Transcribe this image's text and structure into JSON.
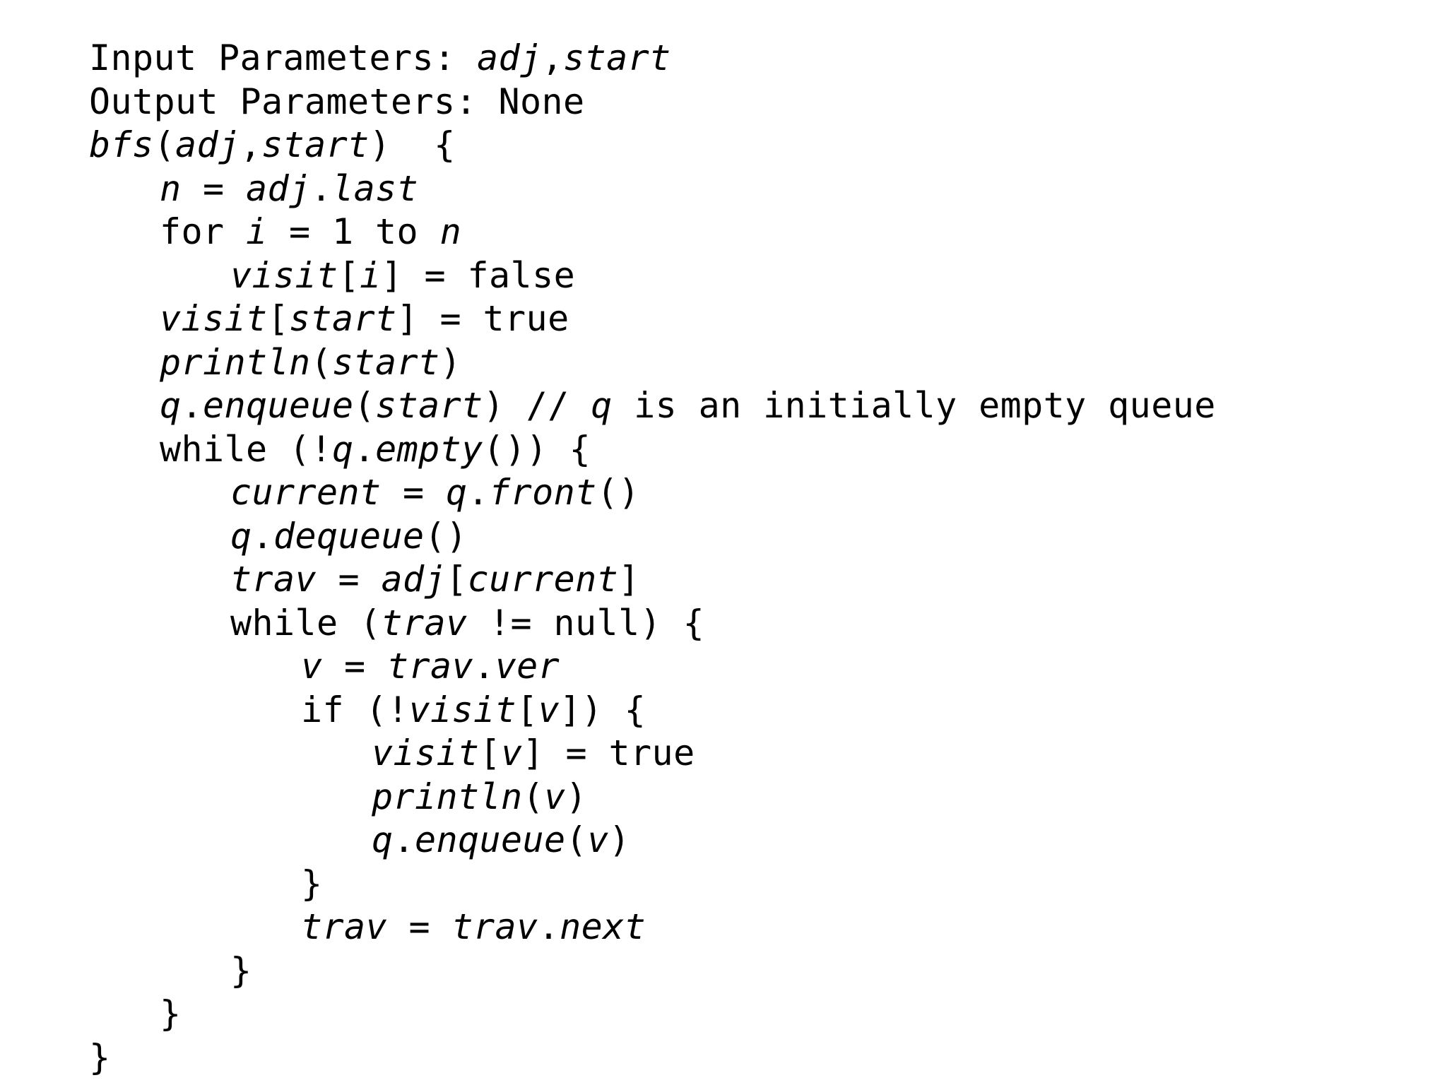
{
  "page": {
    "background_color": "#ffffff",
    "text_color": "#000000"
  },
  "code": {
    "language": "pseudocode",
    "algorithm_name": "bfs",
    "lines": [
      {
        "indent": 0,
        "segments": [
          {
            "kind": "plain",
            "text": "Input Parameters: "
          },
          {
            "kind": "id",
            "text": "adj"
          },
          {
            "kind": "plain",
            "text": ","
          },
          {
            "kind": "id",
            "text": "start"
          }
        ]
      },
      {
        "indent": 0,
        "segments": [
          {
            "kind": "plain",
            "text": "Output Parameters: None"
          }
        ]
      },
      {
        "indent": 0,
        "segments": [
          {
            "kind": "id",
            "text": "bfs"
          },
          {
            "kind": "plain",
            "text": "("
          },
          {
            "kind": "id",
            "text": "adj"
          },
          {
            "kind": "plain",
            "text": ","
          },
          {
            "kind": "id",
            "text": "start"
          },
          {
            "kind": "plain",
            "text": ")  {"
          }
        ]
      },
      {
        "indent": 1,
        "segments": [
          {
            "kind": "id",
            "text": "n"
          },
          {
            "kind": "plain",
            "text": " = "
          },
          {
            "kind": "id",
            "text": "adj"
          },
          {
            "kind": "plain",
            "text": "."
          },
          {
            "kind": "id",
            "text": "last"
          }
        ]
      },
      {
        "indent": 1,
        "segments": [
          {
            "kind": "plain",
            "text": "for "
          },
          {
            "kind": "id",
            "text": "i"
          },
          {
            "kind": "plain",
            "text": " = 1 to "
          },
          {
            "kind": "id",
            "text": "n"
          }
        ]
      },
      {
        "indent": 2,
        "segments": [
          {
            "kind": "id",
            "text": "visit"
          },
          {
            "kind": "plain",
            "text": "["
          },
          {
            "kind": "id",
            "text": "i"
          },
          {
            "kind": "plain",
            "text": "] = false"
          }
        ]
      },
      {
        "indent": 1,
        "segments": [
          {
            "kind": "id",
            "text": "visit"
          },
          {
            "kind": "plain",
            "text": "["
          },
          {
            "kind": "id",
            "text": "start"
          },
          {
            "kind": "plain",
            "text": "] = true"
          }
        ]
      },
      {
        "indent": 1,
        "segments": [
          {
            "kind": "id",
            "text": "println"
          },
          {
            "kind": "plain",
            "text": "("
          },
          {
            "kind": "id",
            "text": "start"
          },
          {
            "kind": "plain",
            "text": ")"
          }
        ]
      },
      {
        "indent": 1,
        "segments": [
          {
            "kind": "id",
            "text": "q"
          },
          {
            "kind": "plain",
            "text": "."
          },
          {
            "kind": "id",
            "text": "enqueue"
          },
          {
            "kind": "plain",
            "text": "("
          },
          {
            "kind": "id",
            "text": "start"
          },
          {
            "kind": "plain",
            "text": ") // "
          },
          {
            "kind": "id",
            "text": "q"
          },
          {
            "kind": "plain",
            "text": " is an initially empty queue"
          }
        ]
      },
      {
        "indent": 1,
        "segments": [
          {
            "kind": "plain",
            "text": "while (!"
          },
          {
            "kind": "id",
            "text": "q"
          },
          {
            "kind": "plain",
            "text": "."
          },
          {
            "kind": "id",
            "text": "empty"
          },
          {
            "kind": "plain",
            "text": "()) {"
          }
        ]
      },
      {
        "indent": 2,
        "segments": [
          {
            "kind": "id",
            "text": "current"
          },
          {
            "kind": "plain",
            "text": " = "
          },
          {
            "kind": "id",
            "text": "q"
          },
          {
            "kind": "plain",
            "text": "."
          },
          {
            "kind": "id",
            "text": "front"
          },
          {
            "kind": "plain",
            "text": "()"
          }
        ]
      },
      {
        "indent": 2,
        "segments": [
          {
            "kind": "id",
            "text": "q"
          },
          {
            "kind": "plain",
            "text": "."
          },
          {
            "kind": "id",
            "text": "dequeue"
          },
          {
            "kind": "plain",
            "text": "()"
          }
        ]
      },
      {
        "indent": 2,
        "segments": [
          {
            "kind": "id",
            "text": "trav"
          },
          {
            "kind": "plain",
            "text": " = "
          },
          {
            "kind": "id",
            "text": "adj"
          },
          {
            "kind": "plain",
            "text": "["
          },
          {
            "kind": "id",
            "text": "current"
          },
          {
            "kind": "plain",
            "text": "]"
          }
        ]
      },
      {
        "indent": 2,
        "segments": [
          {
            "kind": "plain",
            "text": "while ("
          },
          {
            "kind": "id",
            "text": "trav"
          },
          {
            "kind": "plain",
            "text": " != null) {"
          }
        ]
      },
      {
        "indent": 3,
        "segments": [
          {
            "kind": "id",
            "text": "v"
          },
          {
            "kind": "plain",
            "text": " = "
          },
          {
            "kind": "id",
            "text": "trav"
          },
          {
            "kind": "plain",
            "text": "."
          },
          {
            "kind": "id",
            "text": "ver"
          }
        ]
      },
      {
        "indent": 3,
        "segments": [
          {
            "kind": "plain",
            "text": "if (!"
          },
          {
            "kind": "id",
            "text": "visit"
          },
          {
            "kind": "plain",
            "text": "["
          },
          {
            "kind": "id",
            "text": "v"
          },
          {
            "kind": "plain",
            "text": "]) {"
          }
        ]
      },
      {
        "indent": 4,
        "segments": [
          {
            "kind": "id",
            "text": "visit"
          },
          {
            "kind": "plain",
            "text": "["
          },
          {
            "kind": "id",
            "text": "v"
          },
          {
            "kind": "plain",
            "text": "] = true"
          }
        ]
      },
      {
        "indent": 4,
        "segments": [
          {
            "kind": "id",
            "text": "println"
          },
          {
            "kind": "plain",
            "text": "("
          },
          {
            "kind": "id",
            "text": "v"
          },
          {
            "kind": "plain",
            "text": ")"
          }
        ]
      },
      {
        "indent": 4,
        "segments": [
          {
            "kind": "id",
            "text": "q"
          },
          {
            "kind": "plain",
            "text": "."
          },
          {
            "kind": "id",
            "text": "enqueue"
          },
          {
            "kind": "plain",
            "text": "("
          },
          {
            "kind": "id",
            "text": "v"
          },
          {
            "kind": "plain",
            "text": ")"
          }
        ]
      },
      {
        "indent": 3,
        "segments": [
          {
            "kind": "plain",
            "text": "}"
          }
        ]
      },
      {
        "indent": 3,
        "segments": [
          {
            "kind": "id",
            "text": "trav"
          },
          {
            "kind": "plain",
            "text": " = "
          },
          {
            "kind": "id",
            "text": "trav"
          },
          {
            "kind": "plain",
            "text": "."
          },
          {
            "kind": "id",
            "text": "next"
          }
        ]
      },
      {
        "indent": 2,
        "segments": [
          {
            "kind": "plain",
            "text": "}"
          }
        ]
      },
      {
        "indent": 1,
        "segments": [
          {
            "kind": "plain",
            "text": "}"
          }
        ]
      },
      {
        "indent": 0,
        "segments": [
          {
            "kind": "plain",
            "text": "}"
          }
        ]
      }
    ]
  }
}
